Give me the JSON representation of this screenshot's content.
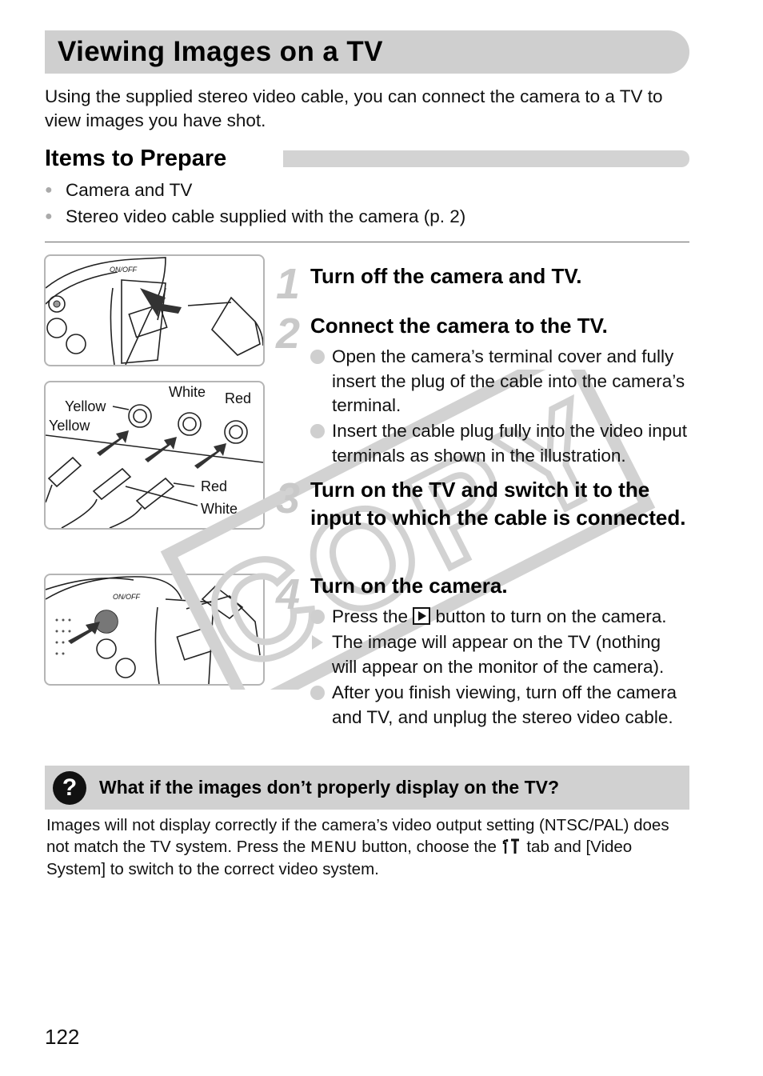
{
  "title": "Viewing Images on a TV",
  "intro": "Using the supplied stereo video cable, you can connect the camera to a TV to view images you have shot.",
  "items_heading": "Items to Prepare",
  "items": [
    "Camera and TV",
    "Stereo video cable supplied with the camera (p. 2)"
  ],
  "figure2_labels": {
    "yellow_top": "Yellow",
    "white_top": "White",
    "red_top": "Red",
    "yellow_left": "Yellow",
    "red_bottom": "Red",
    "white_bottom": "White"
  },
  "steps": [
    {
      "num": "1",
      "title": "Turn off the camera and TV.",
      "bullets": []
    },
    {
      "num": "2",
      "title": "Connect the camera to the TV.",
      "bullets": [
        "Open the camera’s terminal cover and fully insert the plug of the cable into the camera’s terminal.",
        "Insert the cable plug fully into the video input terminals as shown in the illustration."
      ]
    },
    {
      "num": "3",
      "title": "Turn on the TV and switch it to the input to which the cable is connected.",
      "bullets": []
    },
    {
      "num": "4",
      "title": "Turn on the camera.",
      "bullets": [
        {
          "pre": "Press the ",
          "post": " button to turn on the camera."
        },
        "The image will appear on the TV (nothing will appear on the monitor of the camera).",
        "After you finish viewing, turn off the camera and TV, and unplug the stereo video cable."
      ]
    }
  ],
  "tip": {
    "title": "What if the images don’t properly display on the TV?",
    "body_pre": "Images will not display correctly if the camera’s video output setting (NTSC/PAL) does not match the TV system. Press the ",
    "menu_label": "MENU",
    "body_mid": " button, choose the ",
    "body_post": " tab and [Video System] to switch to the correct video system."
  },
  "watermark": "COPY",
  "page_number": "122"
}
